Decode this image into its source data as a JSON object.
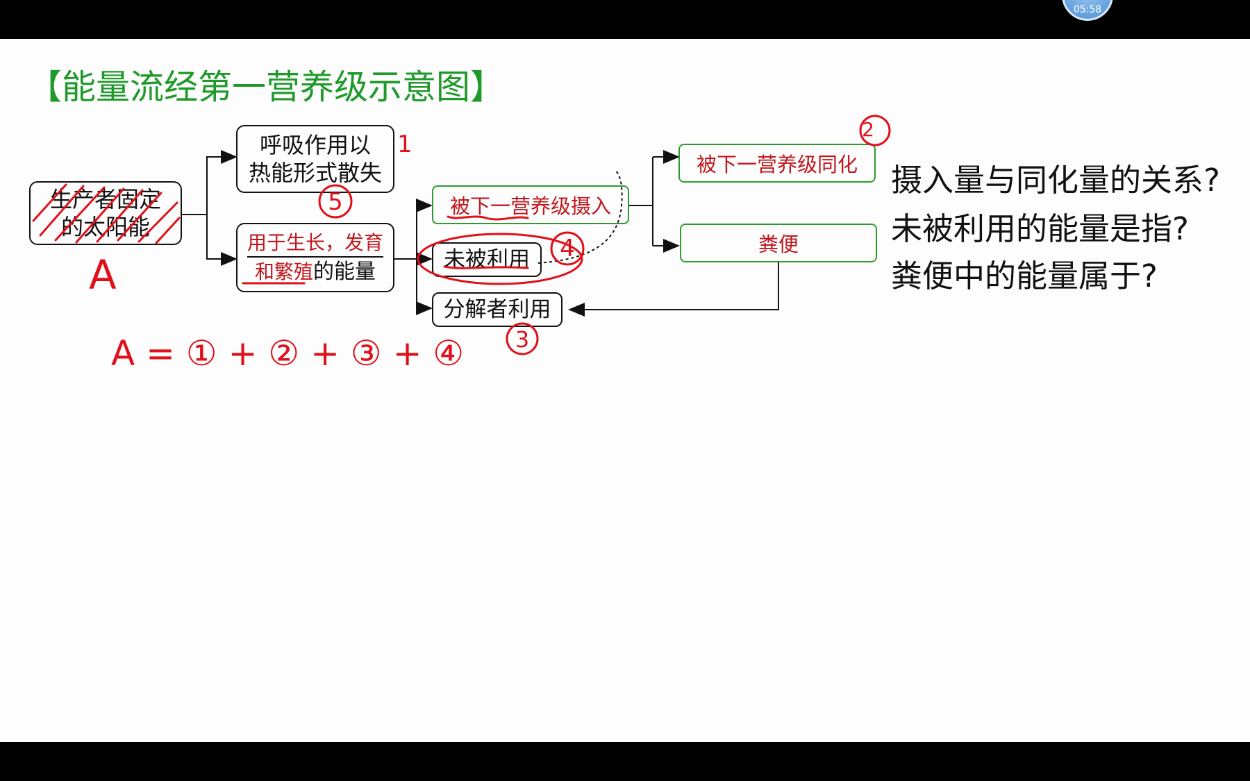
{
  "timer": "05:58",
  "title": "【能量流经第一营养级示意图】",
  "boxes": {
    "producer_line1": "生产者固定",
    "producer_line2": "的太阳能",
    "respiration_line1": "呼吸作用以",
    "respiration_line2": "热能形式散失",
    "growth_line1": "用于生长，发育",
    "growth_line2_red": "和繁殖",
    "growth_line2_black": "的能量",
    "ingested": "被下一营养级摄入",
    "unused": "未被利用",
    "decomposer": "分解者利用",
    "assimilated": "被下一营养级同化",
    "feces": "粪便"
  },
  "questions": [
    "摄入量与同化量的关系?",
    "未被利用的能量是指?",
    "粪便中的能量属于?"
  ],
  "annotations": {
    "label_a": "A",
    "circle_1": "1",
    "circle_2": "2",
    "circle_3": "3",
    "circle_4": "4",
    "circle_5": "5",
    "equation": "A = ① + ② + ③ + ④"
  },
  "colors": {
    "title": "#1f9a2a",
    "green_box": "#2f9b2f",
    "red": "#c0171d",
    "ink_red": "#e0101a"
  }
}
